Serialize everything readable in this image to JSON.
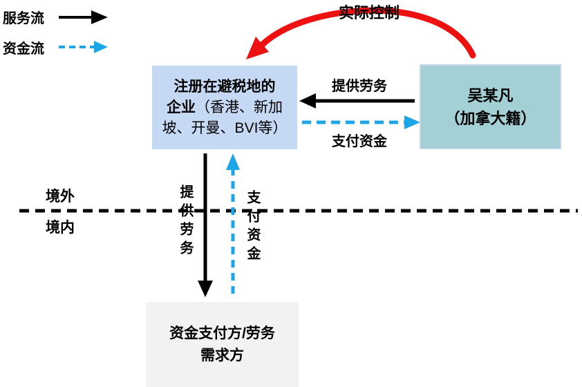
{
  "legend": {
    "service_flow": "服务流",
    "capital_flow": "资金流"
  },
  "control": {
    "label": "实际控制"
  },
  "boxes": {
    "offshore": {
      "line1": "注册在避税地的",
      "line2_bold": "企业",
      "line2_rest": "（香港、新加",
      "line3": "坡、开曼、BVI等）"
    },
    "person": {
      "line1": "吴某凡",
      "line2": "（加拿大籍）"
    },
    "payer": {
      "line1": "资金支付方/劳务",
      "line2": "需求方"
    }
  },
  "flow_labels": {
    "provide_labor": "提供劳务",
    "pay_funds": "支付资金"
  },
  "territory": {
    "outside": "境外",
    "inside": "境内"
  },
  "colors": {
    "service_flow": "#000000",
    "capital_flow": "#1ca6e8",
    "control_arrow": "#ed1111",
    "offshore_fill": "#c6d9f4",
    "person_fill": "#a2d0d5",
    "person_border": "#c4d4ec",
    "payer_fill": "#f2f2f2",
    "border_line": "#000000"
  }
}
